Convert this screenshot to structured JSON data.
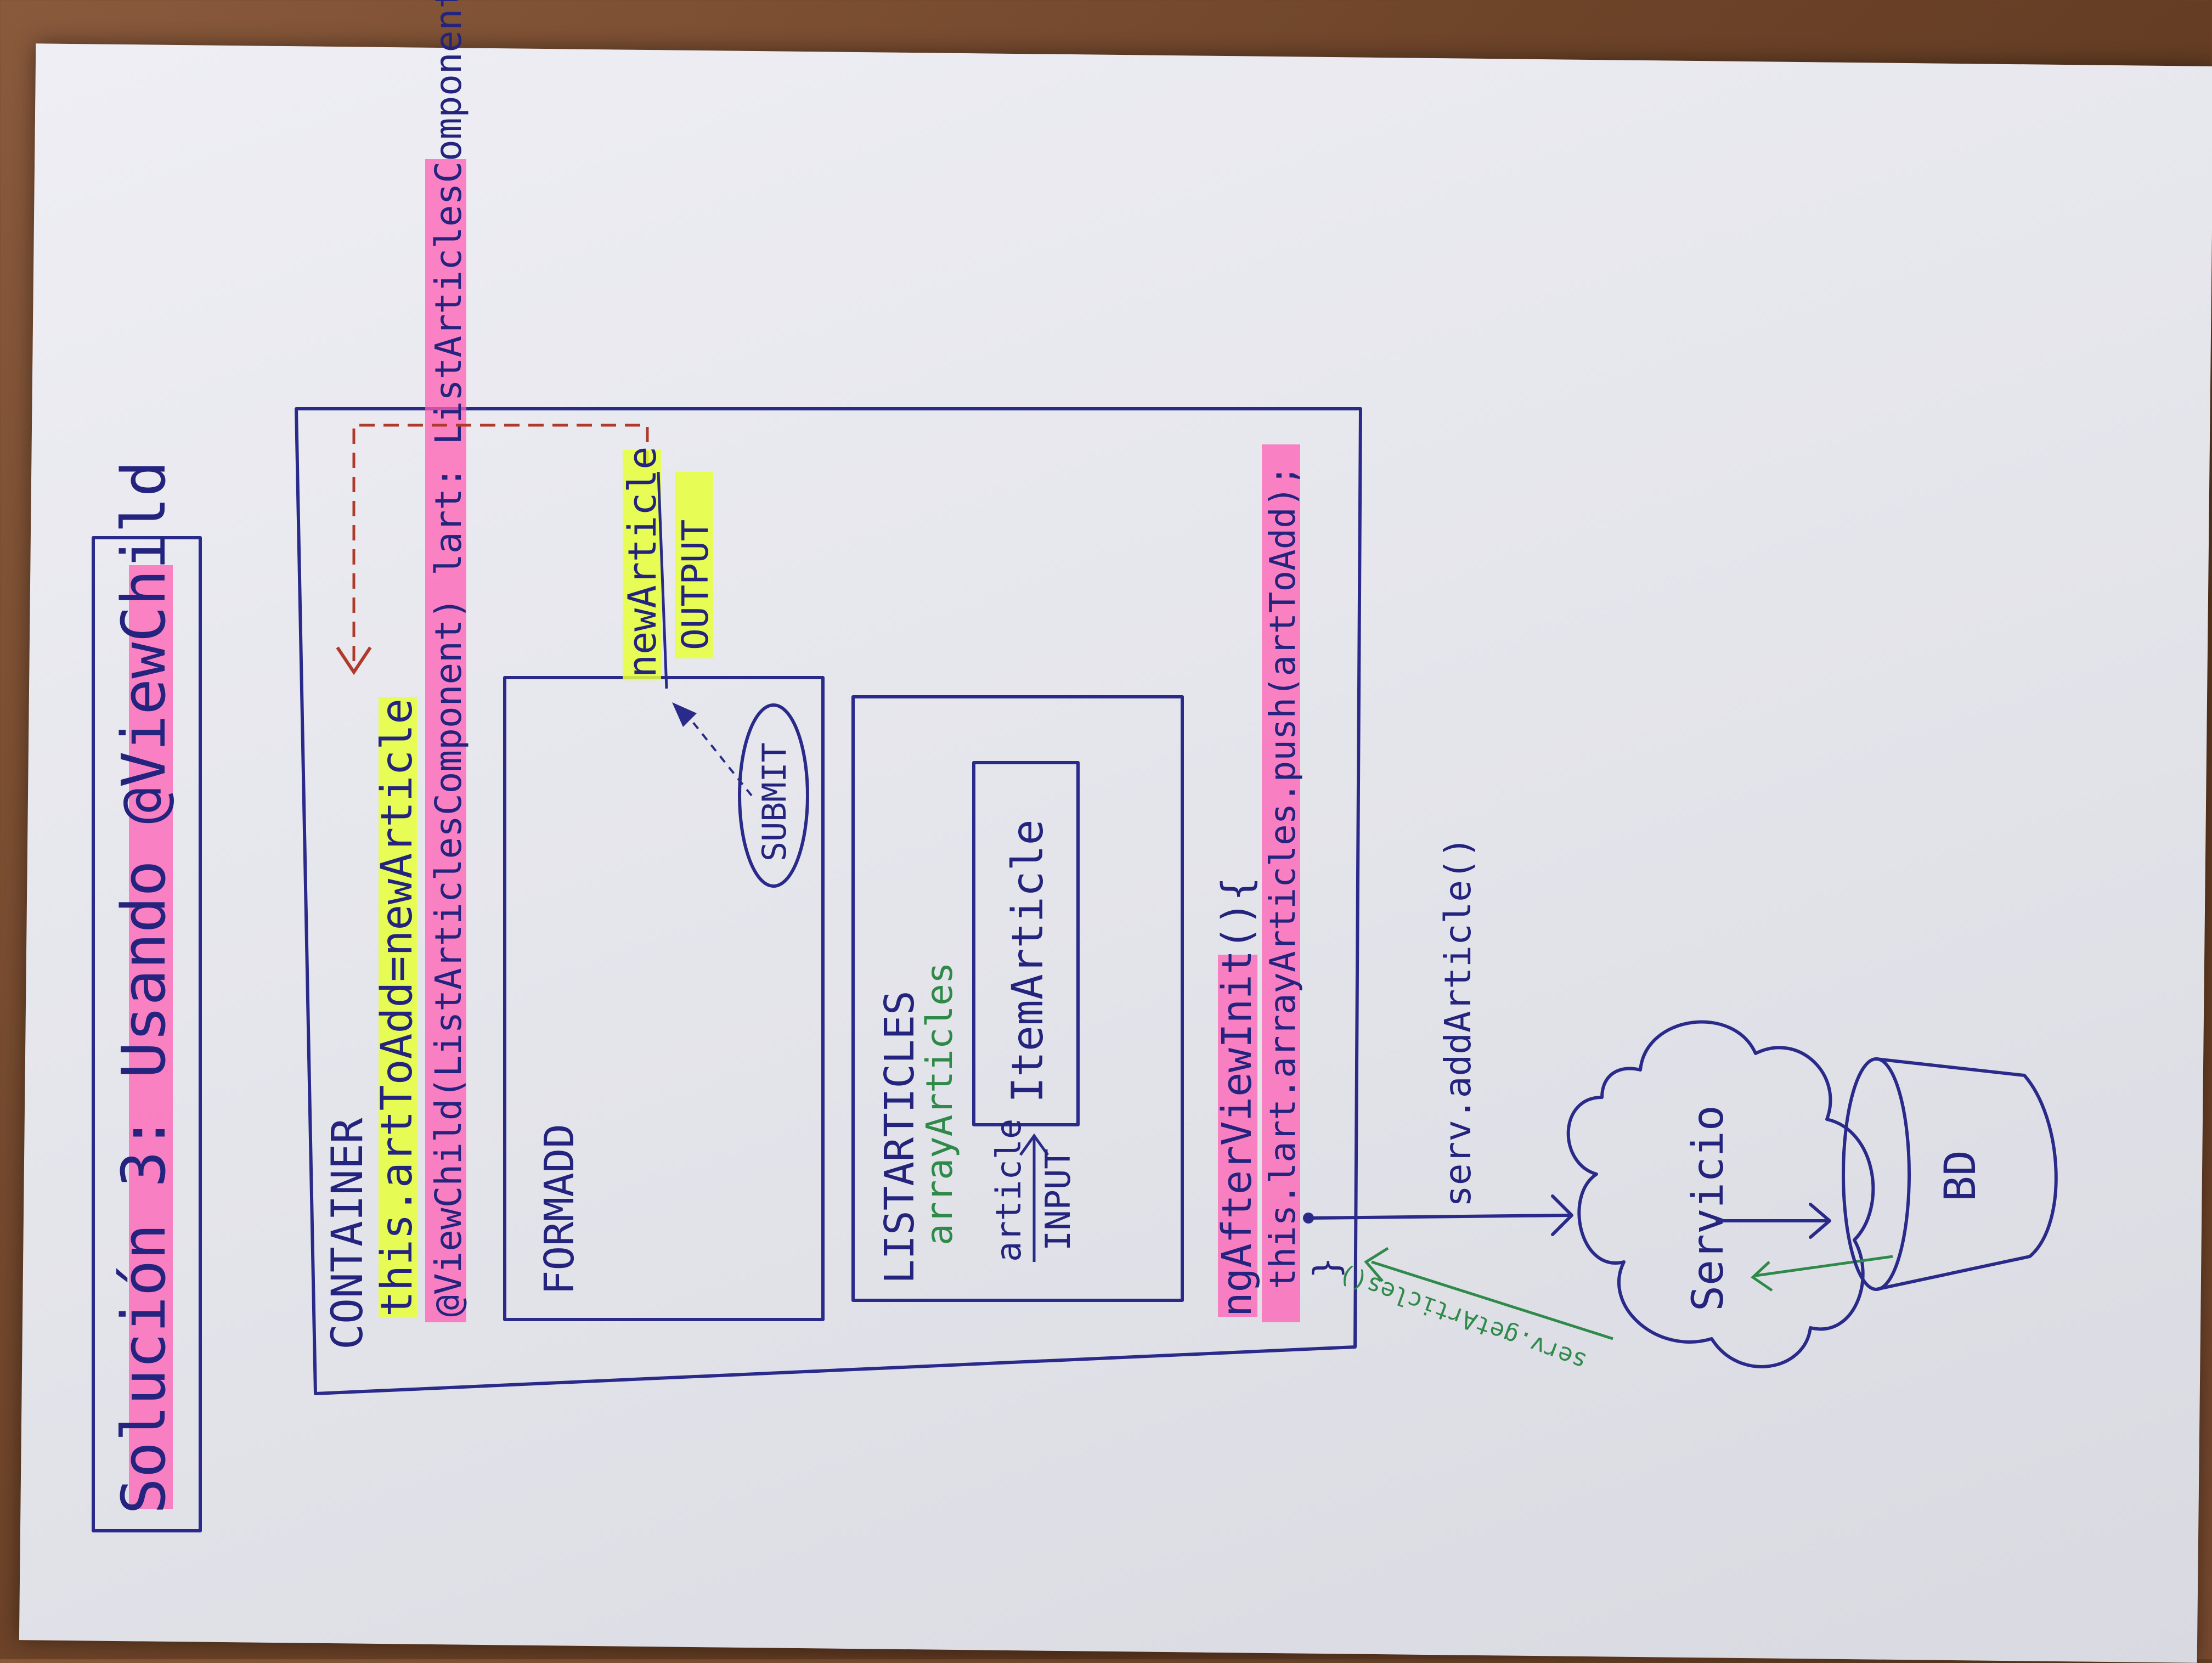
{
  "title": "Solución 3: Usando @ViewChild",
  "container": {
    "label": "CONTAINER",
    "assign_line": "this.artToAdd=newArticle",
    "viewchild_line": "@ViewChild(ListArticlesComponent) lart: ListArticlesComponent;",
    "after_init_line": "ngAfterViewInit(){",
    "push_line": "this.lart.arrayArticles.push(artToAdd);",
    "closing_brace": "}"
  },
  "form_add": {
    "label": "FORMADD",
    "submit_label": "SUBMIT",
    "output_name": "newArticle",
    "output_label": "OUTPUT"
  },
  "list_articles": {
    "label": "LISTARTICLES",
    "array_name": "arrayArticles",
    "input_name": "article",
    "input_label": "INPUT",
    "item_label": "ItemArticle"
  },
  "servicio": {
    "label": "Servicio",
    "call_label": "serv.addArticle()",
    "return_label": "serv.getArticles()"
  },
  "database": {
    "label": "BD"
  },
  "colors": {
    "ink": "#2a2a8a",
    "highlight_pink": "#ff5fb4",
    "highlight_yellow": "#e6ff3a",
    "dashed_red": "#b03a2a",
    "green": "#2f8a4a"
  }
}
